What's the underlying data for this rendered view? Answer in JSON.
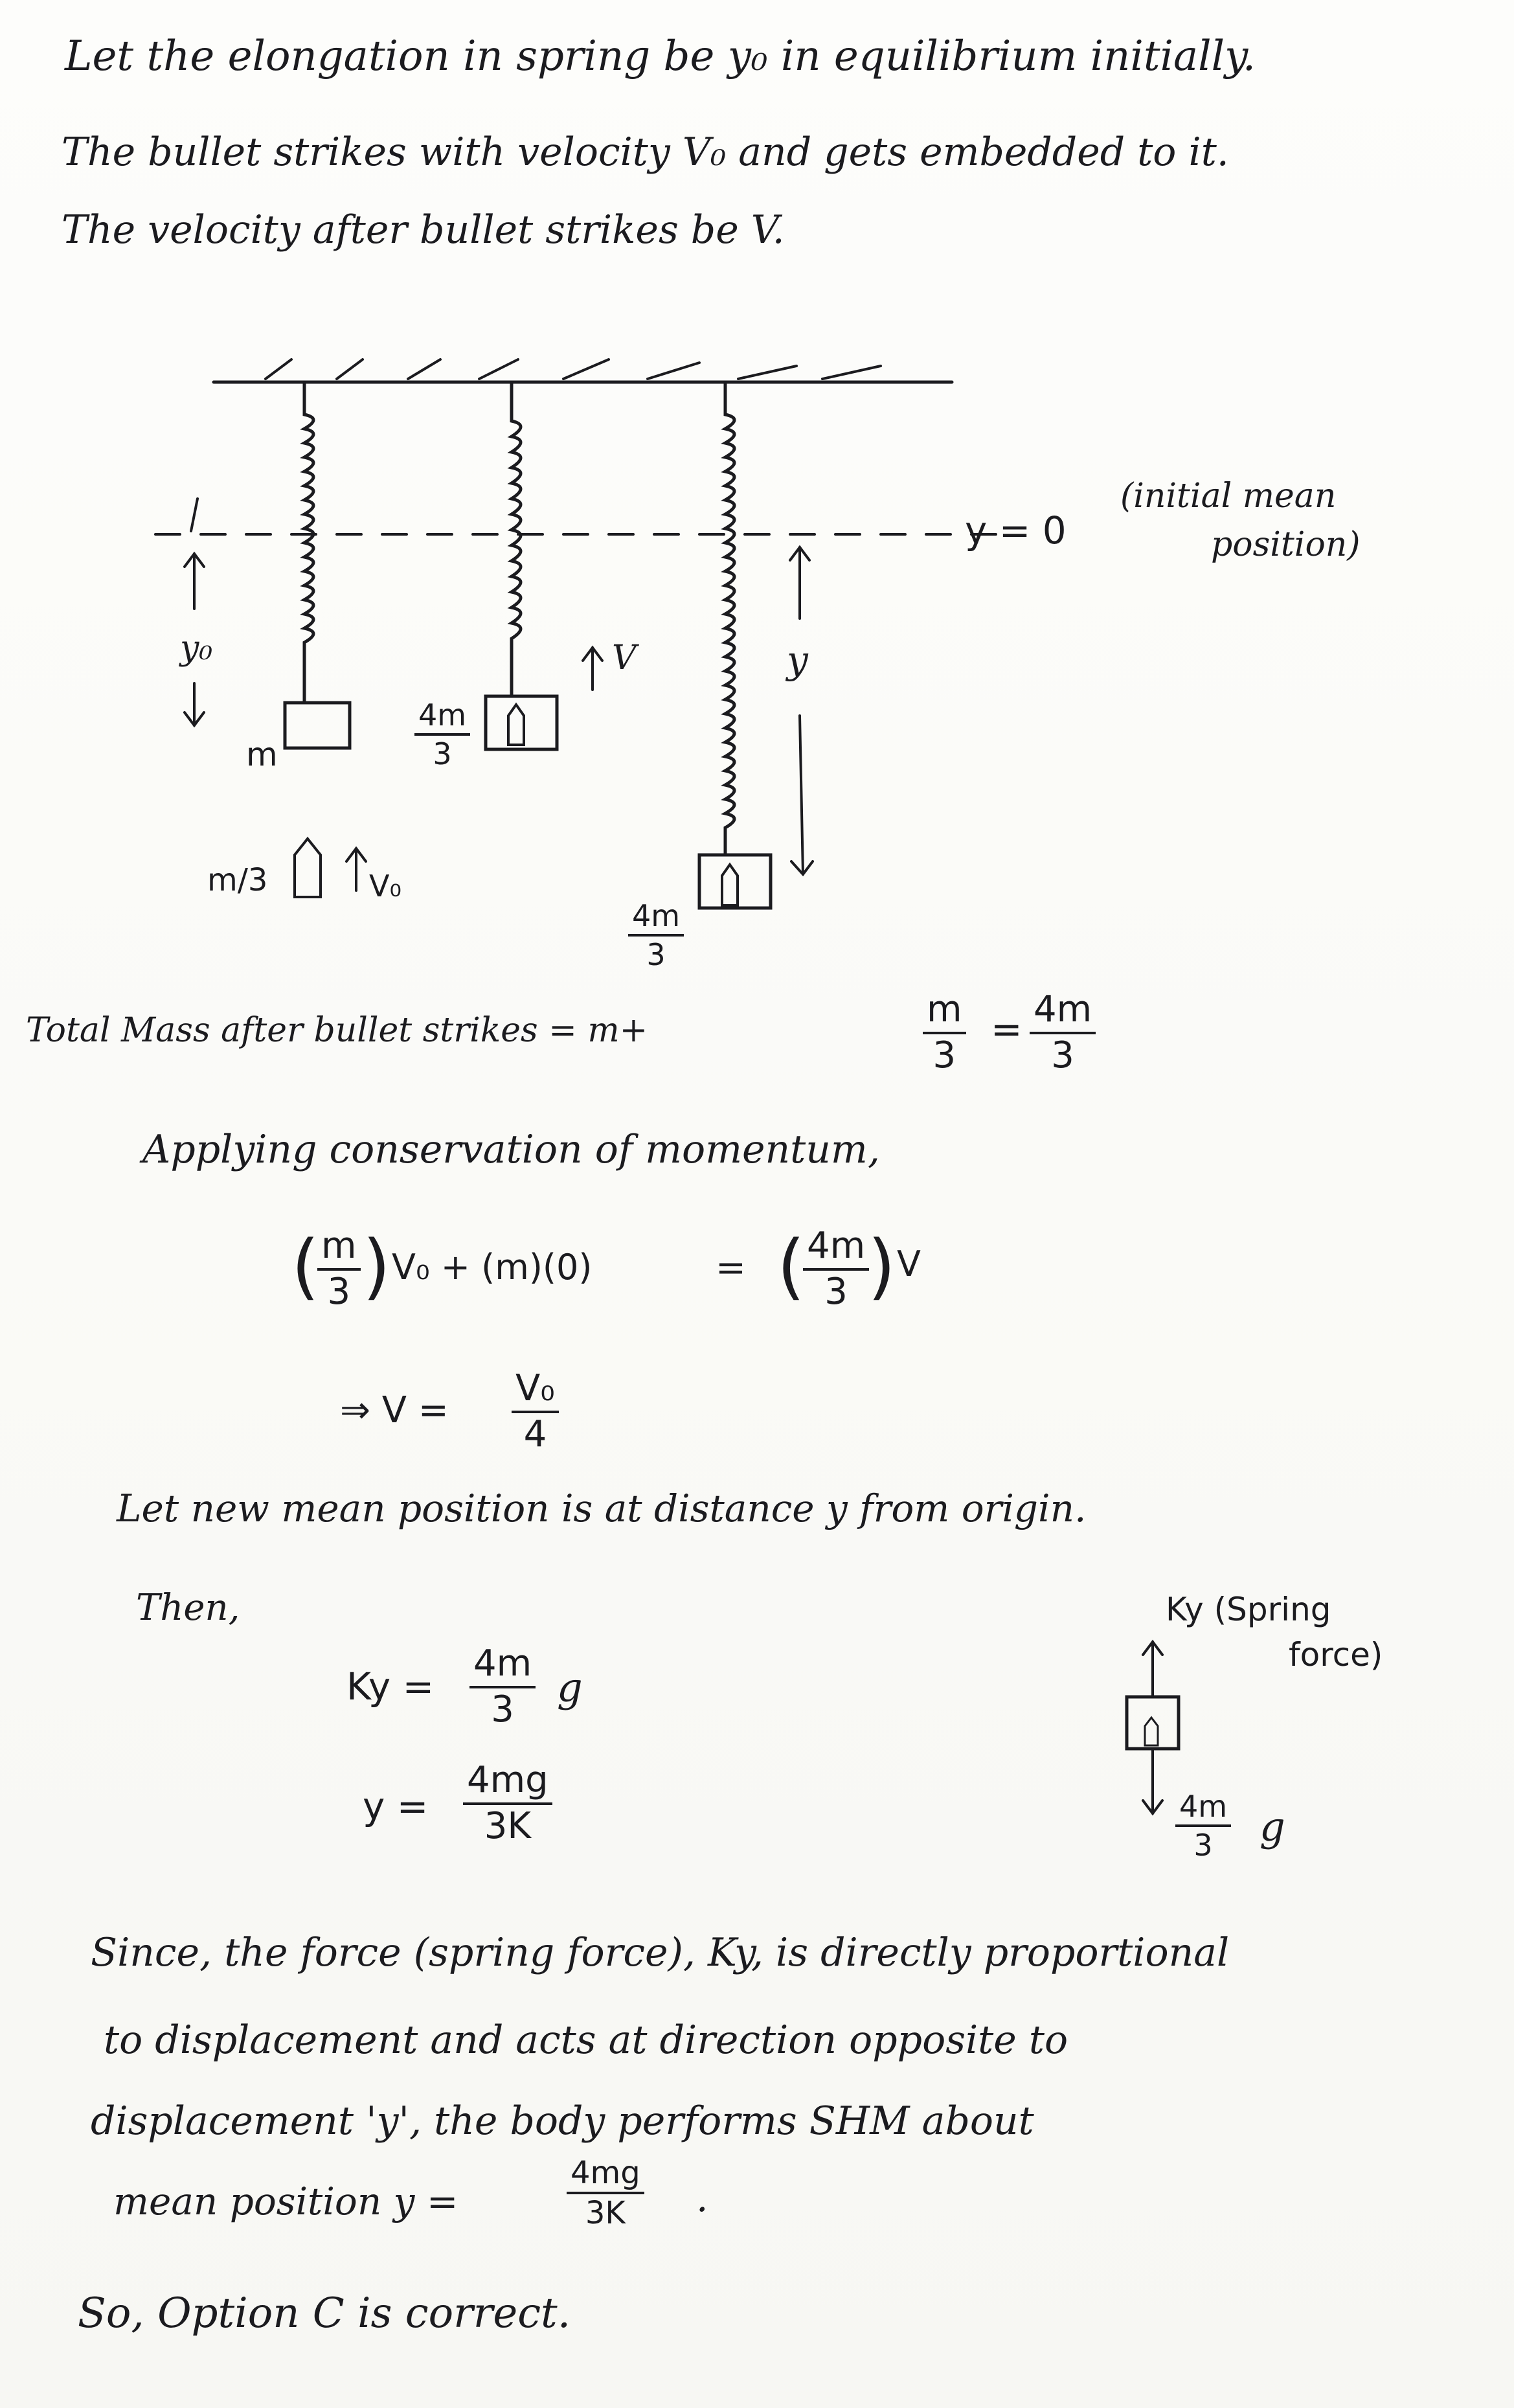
{
  "intro": {
    "line1": "Let the elongation in spring be y₀ in equilibrium initially.",
    "line2": "The bullet strikes with velocity V₀ and gets embedded to it.",
    "line3": "The velocity after bullet strikes be V."
  },
  "diagram": {
    "y0_label": "y₀",
    "m_label": "m",
    "block2_num": "4m",
    "block2_den": "3",
    "v_label": "V",
    "y_label": "y",
    "y_zero": "y = 0",
    "y_zero_note_1": "(initial mean",
    "y_zero_note_2": "position)",
    "bullet_mass": "m/3",
    "bullet_v": "V₀",
    "block3_num": "4m",
    "block3_den": "3"
  },
  "total_mass": {
    "text": "Total Mass after bullet strikes = m+",
    "frac1_num": "m",
    "frac1_den": "3",
    "eq2": "=",
    "frac2_num": "4m",
    "frac2_den": "3"
  },
  "momentum": {
    "heading": "Applying conservation of momentum,",
    "lhs_num": "m",
    "lhs_den": "3",
    "lhs_rest": "V₀ + (m)(0)",
    "eq": "=",
    "rhs_num": "4m",
    "rhs_den": "3",
    "rhs_rest": "V",
    "result_pre": "⇒ V =",
    "result_num": "V₀",
    "result_den": "4"
  },
  "mean_position": {
    "line1": "Let new mean position is at distance y from origin.",
    "then": "Then,",
    "ky_lhs": "Ky =",
    "ky_num": "4m",
    "ky_den": "3",
    "ky_g": "g",
    "y_lhs": "y =",
    "y_num": "4mg",
    "y_den": "3K"
  },
  "fbd": {
    "force_up": "Ky (Spring",
    "force_up_2": "force)",
    "force_down_num": "4m",
    "force_down_den": "3",
    "force_down_g": "g"
  },
  "conclusion": {
    "line1": "Since, the force (spring force), Ky, is directly proportional",
    "line2": "to displacement and acts at direction opposite to",
    "line3": "displacement 'y', the body performs SHM about",
    "line4_pre": "mean position y =",
    "line4_num": "4mg",
    "line4_den": "3K",
    "line4_post": ".",
    "final": "So, Option C is correct."
  }
}
